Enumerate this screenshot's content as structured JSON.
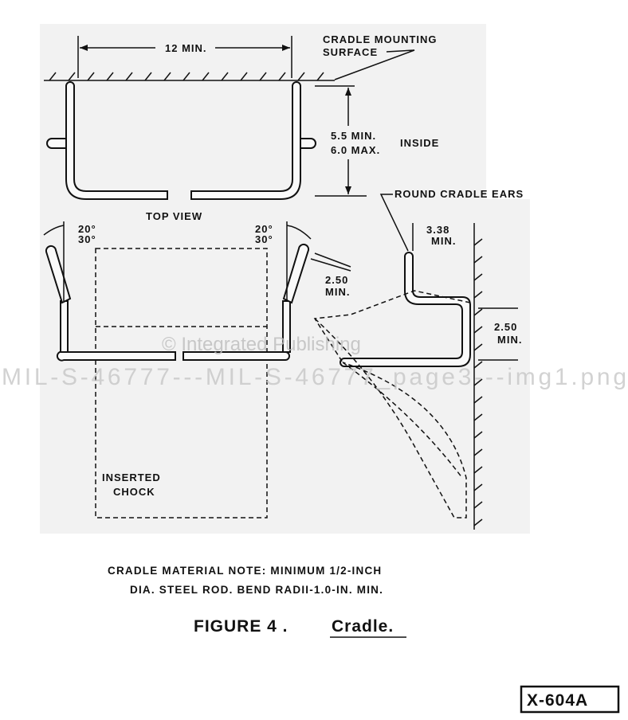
{
  "top_view": {
    "dim_width": "12 MIN.",
    "mounting_surface_line1": "CRADLE MOUNTING",
    "mounting_surface_line2": "SURFACE",
    "dim_height_line1": "5.5 MIN.",
    "dim_height_line2": "6.0 MAX.",
    "dim_height_note": "INSIDE",
    "label": "TOP VIEW"
  },
  "front_view": {
    "left_angle_1": "20°",
    "left_angle_2": "30°",
    "right_angle_1": "20°",
    "right_angle_2": "30°",
    "ear_dim_line1": "2.50",
    "ear_dim_line2": "MIN.",
    "chock_line1": "INSERTED",
    "chock_line2": "CHOCK"
  },
  "side_view": {
    "ears_label": "ROUND CRADLE EARS",
    "width_dim_line1": "3.38",
    "width_dim_line2": "MIN.",
    "height_dim_line1": "2.50",
    "height_dim_line2": "MIN."
  },
  "notes": {
    "line1": "CRADLE MATERIAL NOTE: MINIMUM 1/2-INCH",
    "line2": "DIA. STEEL ROD. BEND RADII-1.0-IN. MIN."
  },
  "caption": {
    "figure": "FIGURE 4 .",
    "name": "Cradle."
  },
  "drawing_number": "X-604A",
  "watermark": {
    "line1": "© Integrated Publishing",
    "line2": "MIL-S-46777---MIL-S-46777_page3---img1.png"
  }
}
